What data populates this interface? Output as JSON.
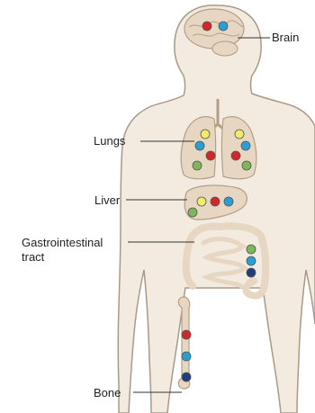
{
  "labels": {
    "brain": "Brain",
    "lungs": "Lungs",
    "liver": "Liver",
    "gi_line1": "Gastrointestinal",
    "gi_line2": "tract",
    "bone": "Bone"
  },
  "colors": {
    "body_fill": "#f3ebdf",
    "body_stroke": "#a89a88",
    "organ_fill": "#e6d6c2",
    "organ_stroke": "#b39f88",
    "red": "#d3262a",
    "blue": "#2a9fd6",
    "yellow": "#f3ea6a",
    "green": "#7ab85a",
    "navy": "#1f3d7a"
  },
  "dot_legend": [
    "red",
    "blue",
    "yellow",
    "green",
    "navy"
  ]
}
